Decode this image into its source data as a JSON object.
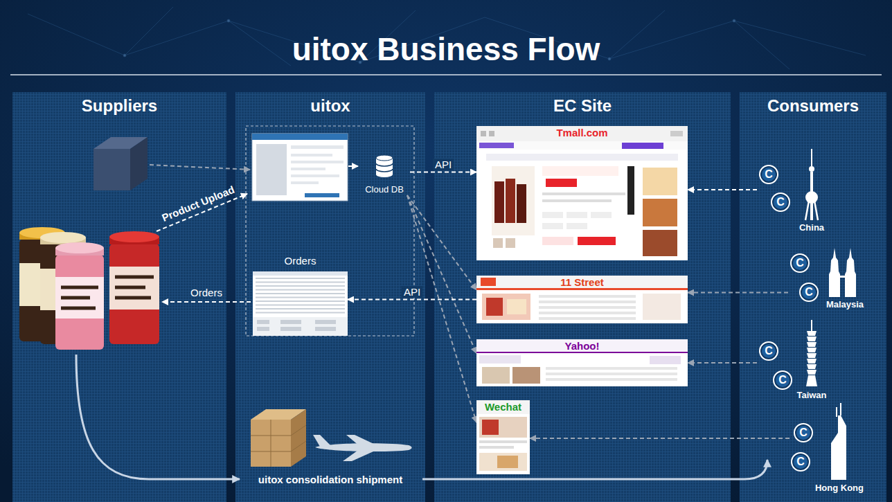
{
  "diagram": {
    "title": "uitox Business Flow",
    "nodes": [
      {
        "text": [
          "Suppliers"
        ]
      },
      {
        "text": [
          "uitox"
        ]
      },
      {
        "text": [
          "Cloud DB"
        ],
        "in": 1
      },
      {
        "text": [
          "Orders"
        ],
        "in": 1
      },
      {
        "text": [
          "EC Site"
        ]
      },
      {
        "text": [
          "Tmall.com"
        ],
        "in": 4
      },
      {
        "text": [
          "11 Street"
        ],
        "in": 4
      },
      {
        "text": [
          "Yahoo!"
        ],
        "in": 4
      },
      {
        "text": [
          "Wechat"
        ],
        "in": 4
      },
      {
        "text": [
          "Consumers"
        ]
      },
      {
        "text": [
          "China"
        ],
        "in": 9
      },
      {
        "text": [
          "C"
        ],
        "in": 10
      },
      {
        "text": [
          "C"
        ],
        "in": 10
      },
      {
        "text": [
          "Malaysia"
        ],
        "in": 9
      },
      {
        "text": [
          "C"
        ],
        "in": 13
      },
      {
        "text": [
          "C"
        ],
        "in": 13
      },
      {
        "text": [
          "Taiwan"
        ],
        "in": 9
      },
      {
        "text": [
          "C"
        ],
        "in": 16
      },
      {
        "text": [
          "C"
        ],
        "in": 16
      },
      {
        "text": [
          "Hong Kong"
        ],
        "in": 9
      },
      {
        "text": [
          "C"
        ],
        "in": 19
      },
      {
        "text": [
          "C"
        ],
        "in": 19
      }
    ],
    "edges": [
      {
        "from": 2,
        "to": 5,
        "label": "API",
        "arrow": "to"
      },
      {
        "from": 2,
        "to": 6,
        "arrow": "to"
      },
      {
        "from": 2,
        "to": 7,
        "arrow": "to"
      },
      {
        "from": 2,
        "to": 8,
        "arrow": "to"
      },
      {
        "from": 6,
        "to": 3,
        "label": "API",
        "arrow": "to"
      },
      {
        "from": 10,
        "to": 5,
        "arrow": "to"
      },
      {
        "from": 13,
        "to": 6,
        "arrow": "to"
      },
      {
        "from": 16,
        "to": 7,
        "arrow": "to"
      },
      {
        "from": 19,
        "to": 8,
        "arrow": "to"
      }
    ],
    "labels": [
      "Product Upload",
      "Orders",
      "uitox consolidation shipment"
    ]
  }
}
